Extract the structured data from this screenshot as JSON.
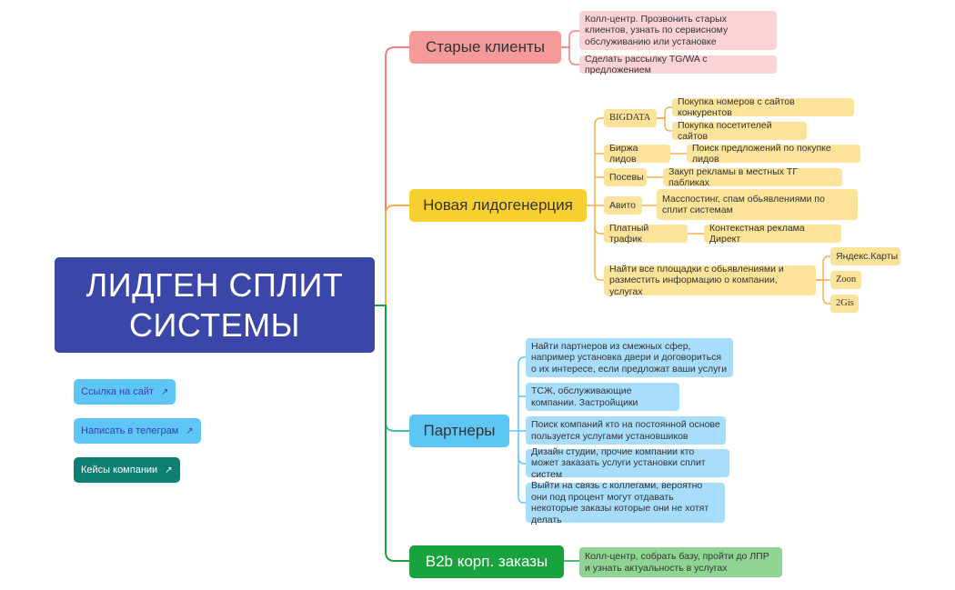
{
  "root": {
    "title": "ЛИДГЕН СПЛИТ СИСТЕМЫ"
  },
  "colors": {
    "root": "#3b47a8",
    "old": "#f49a9a",
    "lead": "#f7cf2e",
    "partners": "#5ec6f5",
    "b2b": "#19a33e"
  },
  "links": {
    "site": "Ссылка на сайт",
    "telegram": "Написать в телеграм",
    "cases": "Кейсы компании",
    "external_icon": "external-link-icon"
  },
  "branches": {
    "old_clients": {
      "label": "Старые клиенты",
      "items": [
        "Колл-центр. Прозвонить старых клиентов, узнать по сервисному обслуживанию или установке",
        "Сделать рассылку TG/WA с предложением"
      ]
    },
    "new_leadgen": {
      "label": "Новая лидогенерция",
      "bigdata": {
        "label": "BIGDATA",
        "children": [
          "Покупка номеров с сайтов конкурентов",
          "Покупка посетителей сайтов"
        ]
      },
      "exchange": {
        "label": "Биржа лидов",
        "child": "Поиск предложений по покупке лидов"
      },
      "seeding": {
        "label": "Посевы",
        "child": "Закуп рекламы в местных ТГ пабликах"
      },
      "avito": {
        "label": "Авито",
        "child": "Масспостинг, спам обьявлениями по сплит системам"
      },
      "paid": {
        "label": "Платный трафик",
        "child": "Контекстная реклама Директ"
      },
      "places": {
        "label": "Найти все площадки с обьявлениями и разместить информацию о компании, услугах",
        "children": [
          "Яндекс.Карты",
          "Zoon",
          "2Gis"
        ]
      }
    },
    "partners": {
      "label": "Партнеры",
      "items": [
        "Найти партнеров из смежных сфер, например установка двери и договориться о их интересе, если предложат ваши услуги",
        "ТСЖ, обслуживающие компании. Застройщики",
        "Поиск компаний кто на постоянной основе пользуется услугами установшиков",
        "Дизайн студии, прочие компании кто может заказать услуги установки сплит систем",
        "Выйти на связь с коллегами, вероятно они под процент могут отдавать некоторые заказы которые они не хотят делать"
      ]
    },
    "b2b": {
      "label": "B2b корп. заказы",
      "item": "Колл-центр, собрать базу, пройти до ЛПР и узнать актуальность в услугах"
    }
  }
}
